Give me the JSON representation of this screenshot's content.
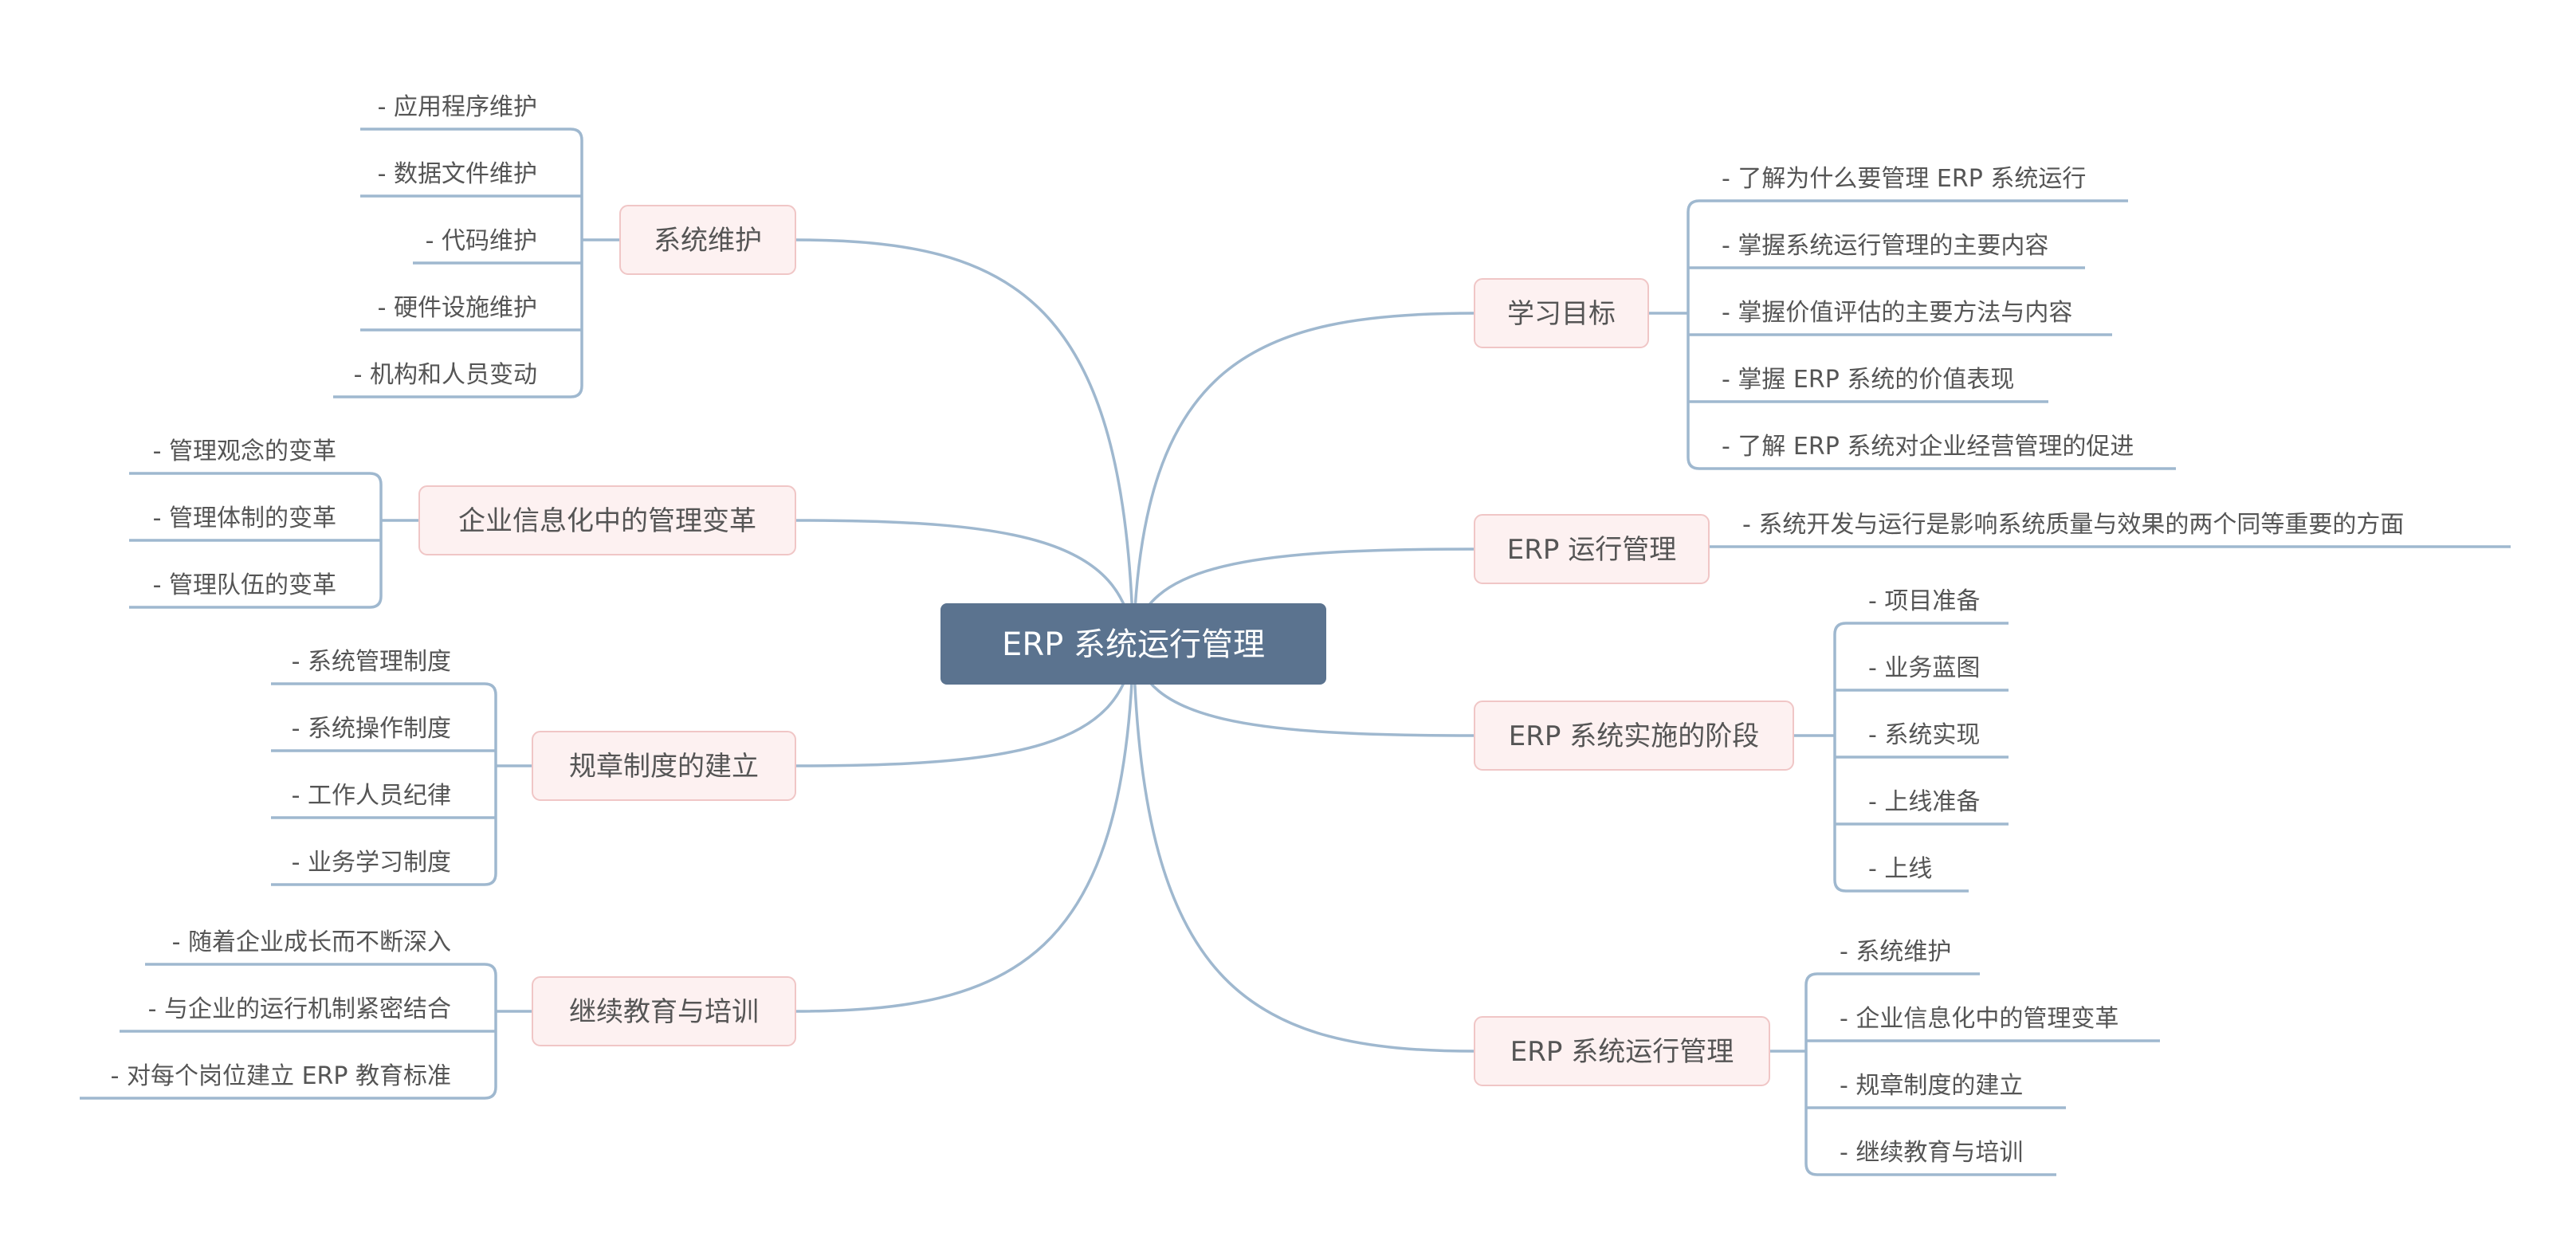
{
  "root": {
    "label": "ERP 系统运行管理"
  },
  "branches": [
    {
      "label": "学习目标",
      "side": "right",
      "children": [
        "- 了解为什么要管理 ERP 系统运行",
        "- 掌握系统运行管理的主要内容",
        "- 掌握价值评估的主要方法与内容",
        "- 掌握 ERP 系统的价值表现",
        "- 了解 ERP 系统对企业经营管理的促进"
      ]
    },
    {
      "label": "ERP 运行管理",
      "side": "right",
      "children": [
        "- 系统开发与运行是影响系统质量与效果的两个同等重要的方面"
      ]
    },
    {
      "label": "ERP 系统实施的阶段",
      "side": "right",
      "children": [
        "- 项目准备",
        "- 业务蓝图",
        "- 系统实现",
        "- 上线准备",
        "- 上线"
      ]
    },
    {
      "label": "ERP 系统运行管理",
      "side": "right",
      "children": [
        "- 系统维护",
        "- 企业信息化中的管理变革",
        "- 规章制度的建立",
        "- 继续教育与培训"
      ]
    },
    {
      "label": "系统维护",
      "side": "left",
      "children": [
        "- 应用程序维护",
        "- 数据文件维护",
        "- 代码维护",
        "- 硬件设施维护",
        "- 机构和人员变动"
      ]
    },
    {
      "label": "企业信息化中的管理变革",
      "side": "left",
      "children": [
        "- 管理观念的变革",
        "- 管理体制的变革",
        "- 管理队伍的变革"
      ]
    },
    {
      "label": "规章制度的建立",
      "side": "left",
      "children": [
        "- 系统管理制度",
        "- 系统操作制度",
        "- 工作人员纪律",
        "- 业务学习制度"
      ]
    },
    {
      "label": "继续教育与培训",
      "side": "left",
      "children": [
        "- 随着企业成长而不断深入",
        "- 与企业的运行机制紧密结合",
        "- 对每个岗位建立 ERP 教育标准"
      ]
    }
  ],
  "colors": {
    "root_fill": "#5b738f",
    "root_text": "#ffffff",
    "branch_fill": "#fdf1f1",
    "branch_border": "#f0c6c6",
    "branch_text": "#555555",
    "leaf_text": "#555555",
    "line": "#9fb8cf"
  }
}
